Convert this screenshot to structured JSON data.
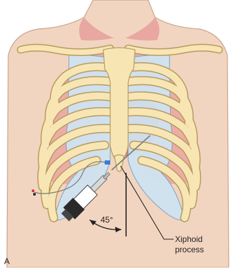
{
  "figure": {
    "panel_label": "A",
    "angle_label": "45°",
    "callout_line1": "Xiphoid",
    "callout_line2": "process"
  },
  "colors": {
    "skin": "#f2d5c0",
    "skin_outline": "#c9a48c",
    "bone": "#f7e6b4",
    "bone_outline": "#b89a5e",
    "cartilage": "#cfe3f1",
    "cartilage_outline": "#7aa0bc",
    "lung": "#eda7a3",
    "heart": "#d9666a",
    "syringe": "#ffffff",
    "plunger": "#2a2a2a",
    "needle": "#7a7a7a",
    "line": "#222222"
  }
}
